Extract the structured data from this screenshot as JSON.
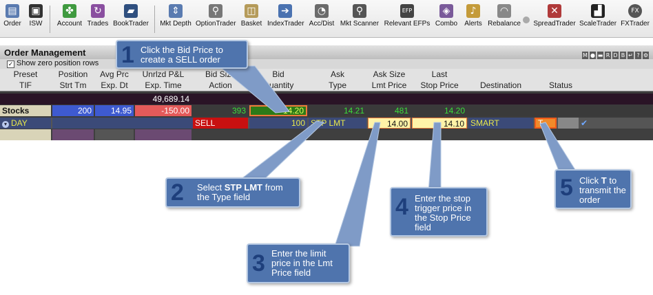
{
  "toolbar": {
    "items": [
      "Order",
      "ISW",
      "Account",
      "Trades",
      "BookTrader",
      "Mkt Depth",
      "OptionTrader",
      "Basket",
      "IndexTrader",
      "Acc/Dist",
      "Mkt Scanner",
      "Relevant EFPs",
      "Combo",
      "Alerts",
      "Rebalance",
      "SpreadTrader",
      "ScaleTrader",
      "FXTrader"
    ]
  },
  "panel": {
    "title": "Order Management",
    "zero_rows_label": "Show zero position rows",
    "title_buttons": [
      "M",
      "●",
      "▬",
      "R",
      "D",
      "B",
      "↵",
      "?",
      "⚙"
    ]
  },
  "headers": {
    "row1": [
      "Preset",
      "Position",
      "Avg Prc",
      "Unrlzd P&L",
      "Bid Size",
      "Bid",
      "Ask",
      "Ask Size",
      "Last"
    ],
    "row2": [
      "TIF",
      "Strt Tm",
      "Exp. Dt",
      "Exp. Time",
      "Action",
      "Quantity",
      "Type",
      "Lmt Price",
      "Stop Price",
      "Destination",
      "Status"
    ]
  },
  "total_row": {
    "pnl": "49,689.14"
  },
  "stock_row": {
    "label": "Stocks",
    "position": "200",
    "avg": "14.95",
    "pnl": "-150.00",
    "bid_size": "393",
    "bid": "14.20",
    "ask": "14.21",
    "ask_size": "481",
    "last": "14.20"
  },
  "order_row": {
    "tif": "DAY",
    "action": "SELL",
    "quantity": "100",
    "type": "STP LMT",
    "lmt_price": "14.00",
    "stop_price": "14.10",
    "destination": "SMART",
    "status": "T",
    "check": "✔"
  },
  "annotations": [
    {
      "num": "1",
      "text": "Click the Bid Price to create a SELL order"
    },
    {
      "num": "2",
      "bold": "STP LMT",
      "text_pre": "Select ",
      "text_post": " from the Type field"
    },
    {
      "num": "3",
      "text": "Enter the limit price in the Lmt Price  field"
    },
    {
      "num": "4",
      "text": "Enter the stop trigger price in the Stop Price field"
    },
    {
      "num": "5",
      "bold": "T",
      "text_pre": "Click ",
      "text_post": " to transmit the order"
    }
  ]
}
